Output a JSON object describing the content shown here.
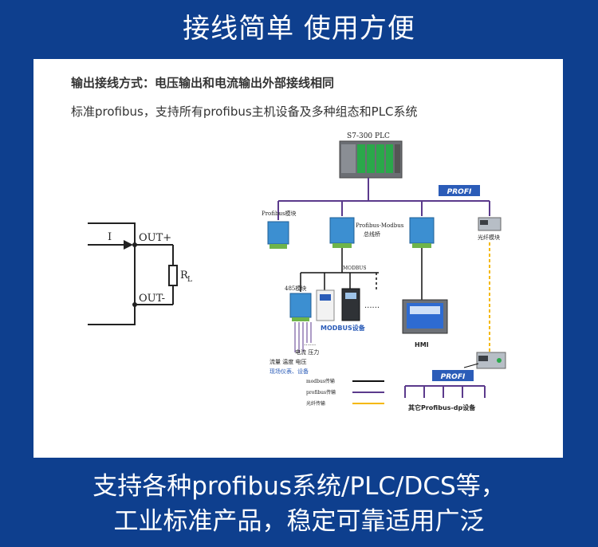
{
  "header": {
    "title": "接线简单 使用方便"
  },
  "panel": {
    "line1": "输出接线方式：电压输出和电流输出外部接线相同",
    "line2": "标准profibus，支持所有profibus主机设备及多种组态和PLC系统"
  },
  "circuit": {
    "current_label": "I",
    "out_plus": "OUT+",
    "out_minus": "OUT-",
    "resistor": "R",
    "resistor_sub": "L"
  },
  "network": {
    "plc": "S7-300 PLC",
    "profibus_module": "Profibus模块",
    "bridge_line1": "Profibus-Modbus",
    "bridge_line2": "总线桥",
    "fiber_module": "光纤模块",
    "modbus_line": "MODBUS",
    "module_485": "485模块",
    "dots": "......",
    "modbus_devices": "MODBUS设备",
    "hmi": "HMI",
    "sensors_row1": "电流 压力",
    "sensors_row2": "流量 温度 电压",
    "field_devices": "现场仪表、设备",
    "legend": [
      {
        "label": "modbus传输",
        "color": "#111111"
      },
      {
        "label": "profibus传输",
        "color": "#5b3a8c"
      },
      {
        "label": "光纤传输",
        "color": "#f5b800"
      }
    ],
    "other_devices": "其它Profibus-dp设备",
    "profi_logo": "PROFI"
  },
  "footer": {
    "line1": "支持各种profibus系统/PLC/DCS等，",
    "line2": "工业标准产品，稳定可靠适用广泛"
  }
}
